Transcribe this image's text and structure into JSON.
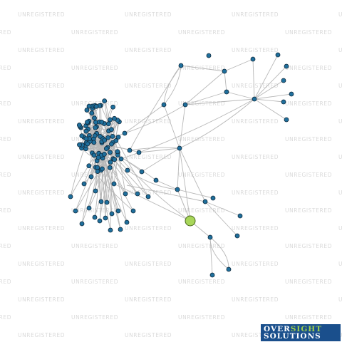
{
  "watermark": {
    "text": "UNREGISTERED",
    "color": "#dadada"
  },
  "logo": {
    "word1": "OVER",
    "word1_accent": "SIGHT",
    "word2": "SOLUTIONS",
    "bg": "#1a4f8c",
    "accent": "#9fd04c"
  },
  "graph": {
    "node_color": "#1f6f9c",
    "edge_color": "#b8b8b8",
    "focus_color": "#a8d65a",
    "cluster_node_count": 90,
    "outer_node_count": 38
  }
}
